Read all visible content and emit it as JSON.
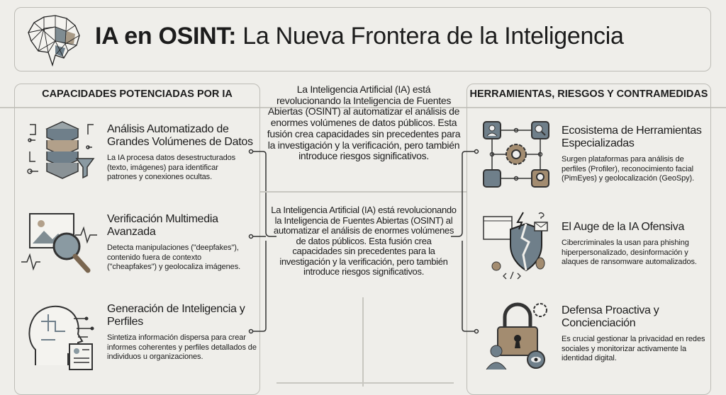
{
  "header": {
    "title_bold": "IA en OSINT:",
    "title_rest": " La Nueva Frontera de la Inteligencia"
  },
  "left": {
    "heading": "CAPACIDADES POTENCIADAS POR IA",
    "items": [
      {
        "title": "Análisis Automatizado de Grandes Volúmenes de Datos",
        "desc": "La IA procesa datos desestructurados (texto, imágenes) para identificar patrones y conexiones ocultas.",
        "icon": "database-filter-icon"
      },
      {
        "title": "Verificación Multimedia Avanzada",
        "desc": "Detecta manipulaciones (\"deepfakes\"), contenido fuera de contexto (\"cheapfakes\") y geolocaliza imágenes.",
        "icon": "image-magnifier-icon"
      },
      {
        "title": "Generación de Inteligencia y Perfiles",
        "desc": "Sintetiza información dispersa para crear informes coherentes y perfiles detallados de individuos u organizaciones.",
        "icon": "ai-head-document-icon"
      }
    ]
  },
  "center": {
    "intro_1": "La Inteligencia Artificial (IA) está revolucionando la Inteligencia de Fuentes Abiertas (OSINT) al automatizar el análisis de enormes volúmenes de datos públicos. Esta fusión crea capacidades sin precedentes para la investigación y la verificación, pero también introduce riesgos significativos.",
    "intro_2": "La Inteligencia Artificial (IA) está revolucionando la Inteligencia de Fuentes Abiertas (OSINT) al automatizar el análisis de enormes volúmenes de datos públicos. Esta fusión crea capacidades sin precedentes para la investigación y la verificación, pero también introduce riesgos significativos."
  },
  "right": {
    "heading": "HERRAMIENTAS, RIESGOS Y CONTRAMEDIDAS",
    "items": [
      {
        "title": "Ecosistema de Herramientas Especializadas",
        "desc": "Surgen plataformas para análisis de perfiles (Profiler), reconocimiento facial (PimEyes) y geolocalización (GeoSpy).",
        "icon": "tools-network-icon"
      },
      {
        "title": "El Auge de la IA Ofensiva",
        "desc": "Cibercriminales la usan para phishing hiperpersonalizado, desinformación y alaques de ransomware automalizados.",
        "icon": "broken-shield-icon"
      },
      {
        "title": "Defensa Proactiva y Concienciación",
        "desc": "Es crucial gestionar la privacidad en redes sociales y monitorizar activamente la identidad digital.",
        "icon": "padlock-user-icon"
      }
    ]
  },
  "colors": {
    "background": "#efeeea",
    "slate": "#5f6f7a",
    "tan": "#a38c70",
    "border": "#bdbcb6"
  }
}
